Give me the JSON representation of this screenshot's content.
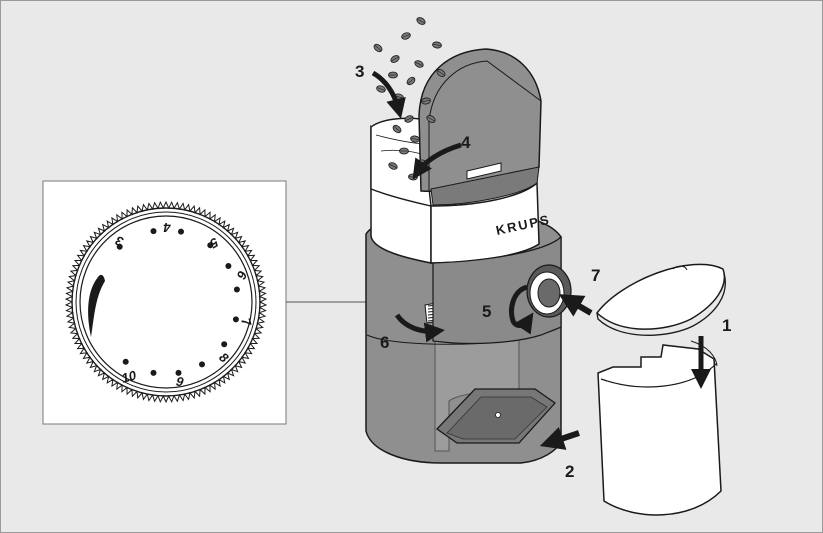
{
  "brand": "KRUPS",
  "callouts": {
    "c1": "1",
    "c2": "2",
    "c3": "3",
    "c4": "4",
    "c5": "5",
    "c6": "6",
    "c7": "7"
  },
  "dial": {
    "numbers": [
      "3",
      "4",
      "5",
      "6",
      "7",
      "8",
      "9",
      "10"
    ]
  },
  "colors": {
    "background": "#e9e9e9",
    "body": "#8f8f8f",
    "body_dark": "#6e6e6e",
    "white_parts": "#ffffff",
    "outline": "#1a1a1a"
  }
}
